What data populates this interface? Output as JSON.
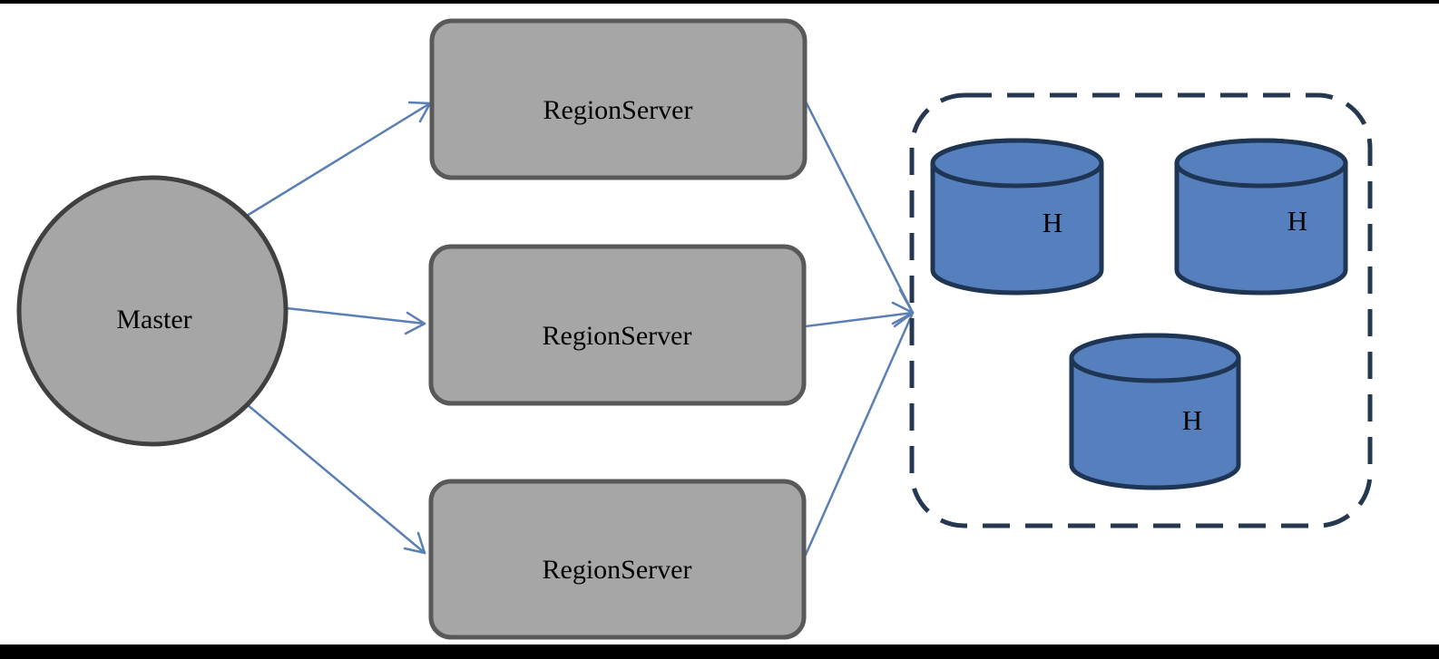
{
  "diagram": {
    "master": {
      "label": "Master"
    },
    "region_servers": [
      {
        "label": "RegionServer"
      },
      {
        "label": "RegionServer"
      },
      {
        "label": "RegionServer"
      }
    ],
    "storage": {
      "cylinders": [
        {
          "label": "H"
        },
        {
          "label": "H"
        },
        {
          "label": "H"
        }
      ]
    }
  },
  "colors": {
    "node_fill": "#a6a6a6",
    "node_stroke": "#404040",
    "arrow": "#5b7fb5",
    "cylinder_fill": "#5580bd",
    "cylinder_stroke": "#1f3554",
    "dashed_border": "#253850"
  }
}
